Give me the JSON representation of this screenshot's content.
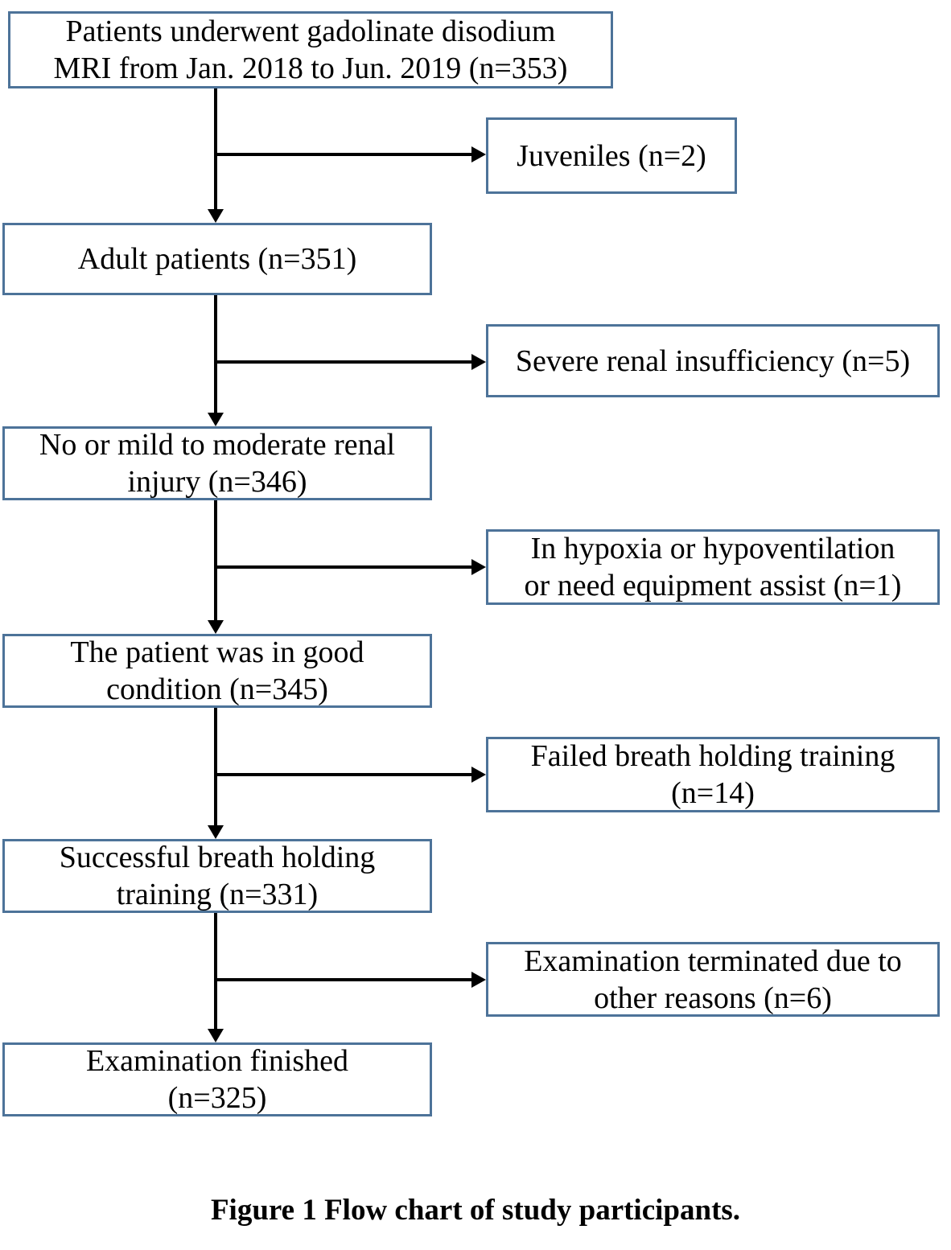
{
  "flowchart": {
    "caption": "Figure 1 Flow chart of study participants.",
    "colors": {
      "box_border": "#4d7399",
      "arrow": "#000000",
      "text": "#000000",
      "background": "#ffffff"
    },
    "main_flow": [
      {
        "name": "patients-underwent-mri",
        "n": 353,
        "lines": [
          "Patients underwent gadolinate disodium",
          "MRI from Jan. 2018 to Jun. 2019 (n=353)"
        ]
      },
      {
        "name": "adult-patients",
        "n": 351,
        "lines": [
          "Adult patients (n=351)"
        ]
      },
      {
        "name": "no-or-mild-renal-injury",
        "n": 346,
        "lines": [
          "No or mild to moderate renal",
          "injury (n=346)"
        ]
      },
      {
        "name": "patient-good-condition",
        "n": 345,
        "lines": [
          "The patient was in good",
          "condition (n=345)"
        ]
      },
      {
        "name": "successful-breath-holding",
        "n": 331,
        "lines": [
          "Successful breath holding",
          "training (n=331)"
        ]
      },
      {
        "name": "examination-finished",
        "n": 325,
        "lines": [
          "Examination finished",
          "(n=325)"
        ]
      }
    ],
    "exclusions": [
      {
        "name": "juveniles",
        "n": 2,
        "lines": [
          "Juveniles (n=2)"
        ]
      },
      {
        "name": "severe-renal-insufficiency",
        "n": 5,
        "lines": [
          "Severe renal insufficiency (n=5)"
        ]
      },
      {
        "name": "hypoxia-or-hypoventilation",
        "n": 1,
        "lines": [
          "In hypoxia or hypoventilation",
          "or need equipment assist (n=1)"
        ]
      },
      {
        "name": "failed-breath-holding",
        "n": 14,
        "lines": [
          "Failed breath holding training",
          "(n=14)"
        ]
      },
      {
        "name": "examination-terminated",
        "n": 6,
        "lines": [
          "Examination terminated due to",
          "other reasons (n=6)"
        ]
      }
    ]
  }
}
